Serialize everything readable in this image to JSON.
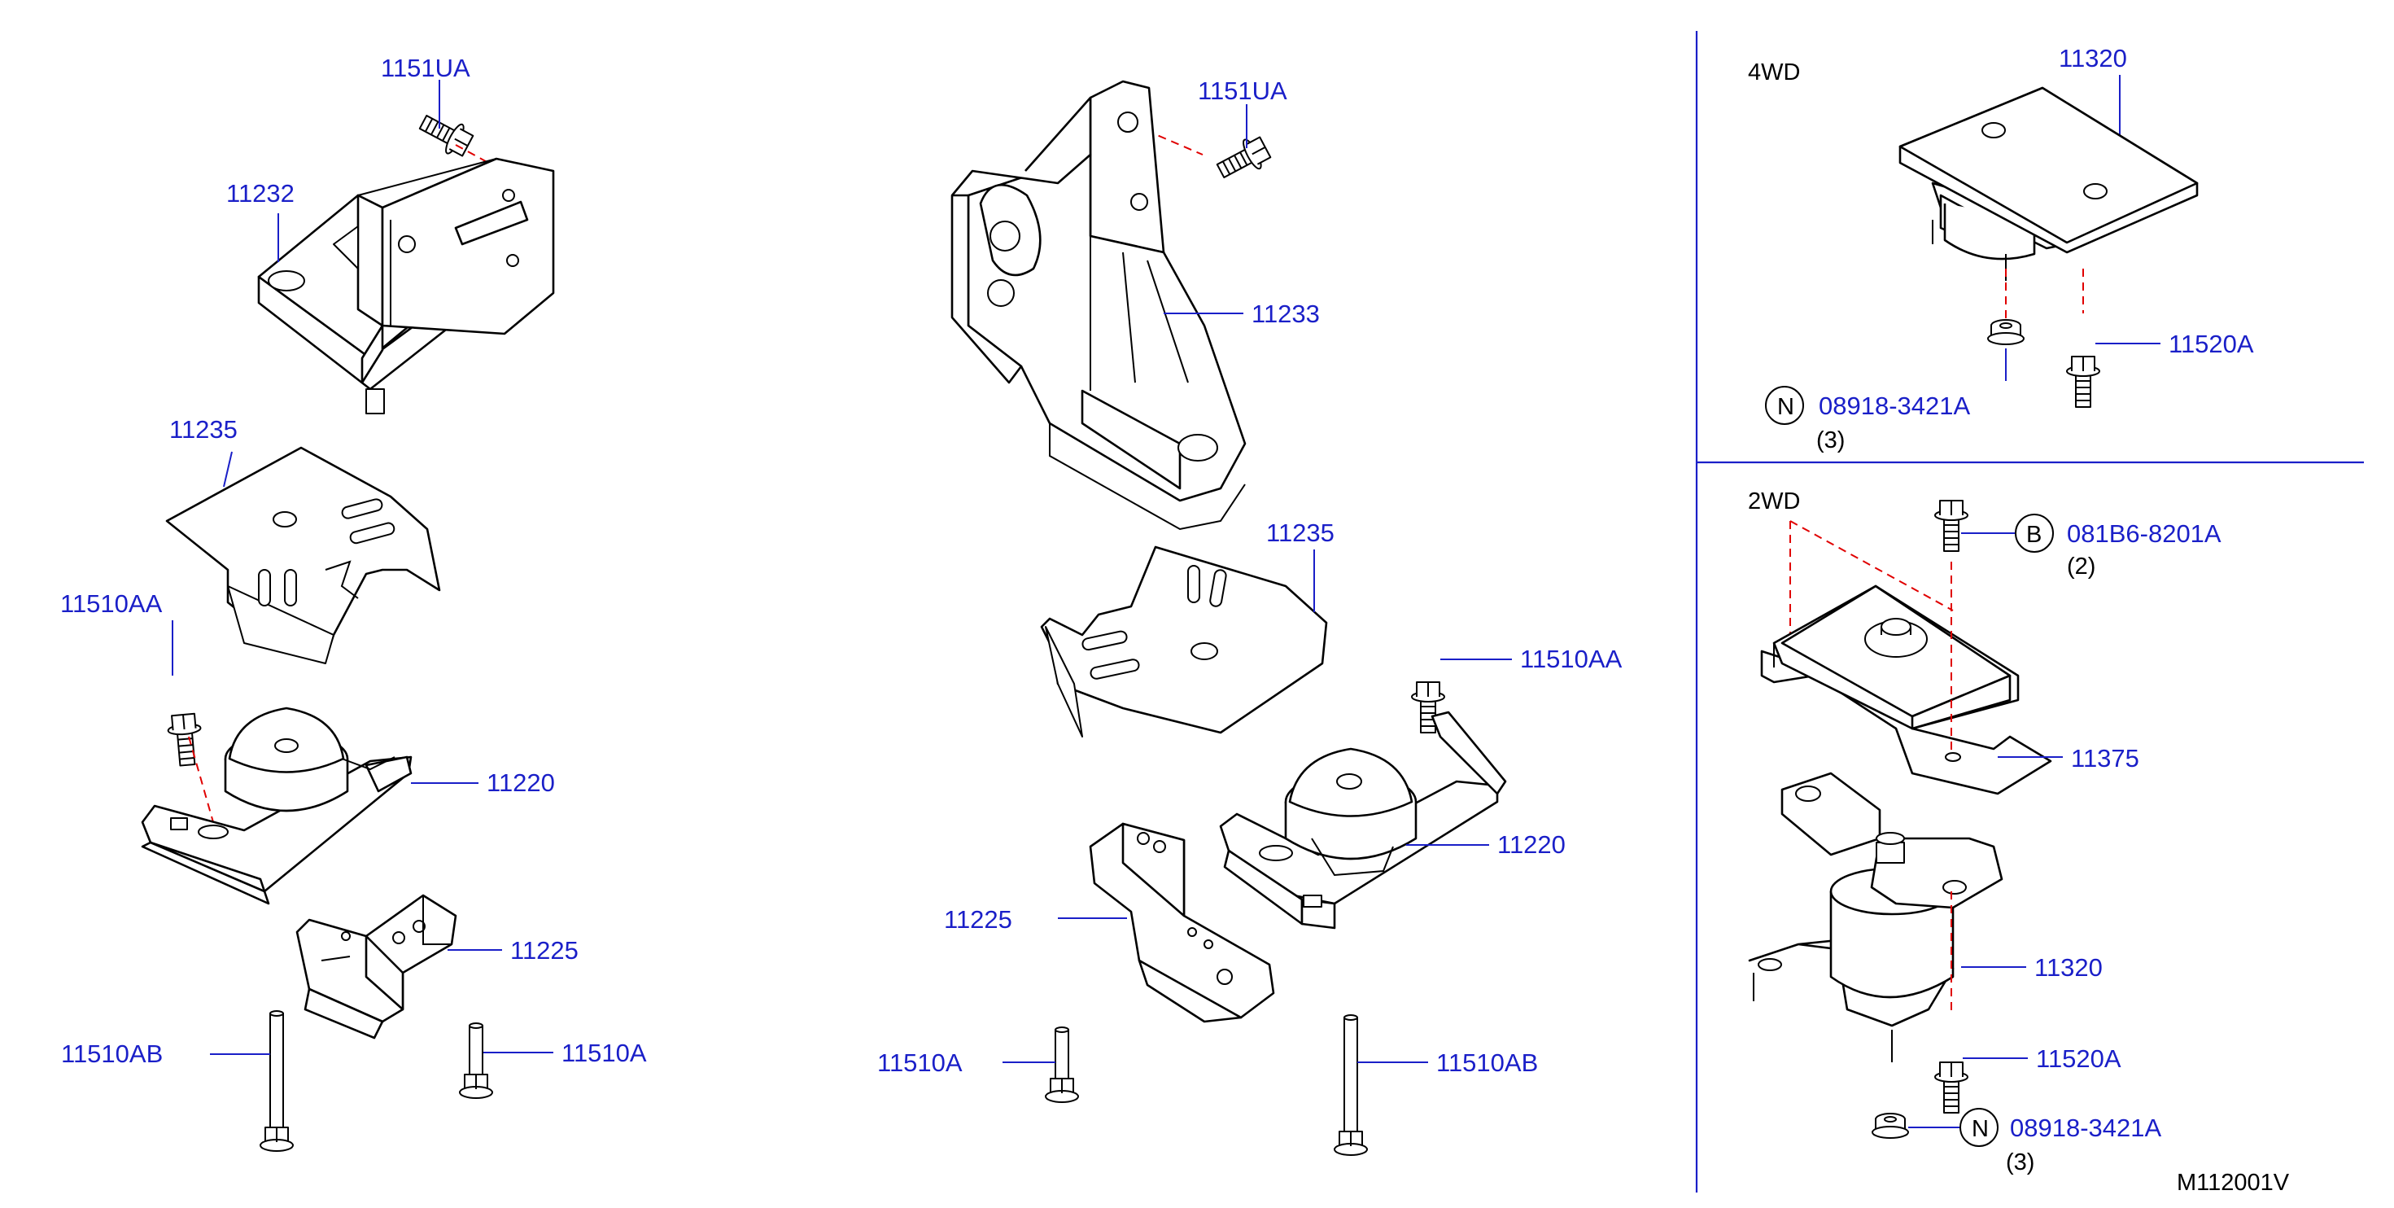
{
  "sections": {
    "four_wd": "4WD",
    "two_wd": "2WD"
  },
  "labels": {
    "l_1151UA_left": "1151UA",
    "l_11232": "11232",
    "l_11235_left": "11235",
    "l_11510AA_left": "11510AA",
    "l_11220_left": "11220",
    "l_11225_left": "11225",
    "l_11510AB_left": "11510AB",
    "l_11510A_left": "11510A",
    "l_1151UA_mid": "1151UA",
    "l_11233": "11233",
    "l_11235_mid": "11235",
    "l_11510AA_mid": "11510AA",
    "l_11220_mid": "11220",
    "l_11225_mid": "11225",
    "l_11510A_mid": "11510A",
    "l_11510AB_mid": "11510AB",
    "l_11320_4wd": "11320",
    "l_11520A_4wd": "11520A",
    "l_08918_4wd": "08918-3421A",
    "l_081B6": "081B6-8201A",
    "l_11375": "11375",
    "l_11320_2wd": "11320",
    "l_11520A_2wd": "11520A",
    "l_08918_2wd": "08918-3421A"
  },
  "quantities": {
    "q_4wd_nut": "(3)",
    "q_2wd_bolt": "(2)",
    "q_2wd_nut": "(3)"
  },
  "symbols": {
    "n_4wd": "N",
    "b_2wd": "B",
    "n_2wd": "N"
  },
  "diagram_id": "M112001V",
  "colors": {
    "label": "#1a1fc8",
    "divider": "#1a1fc8",
    "centerline": "#e00000",
    "drawing": "#000000"
  }
}
